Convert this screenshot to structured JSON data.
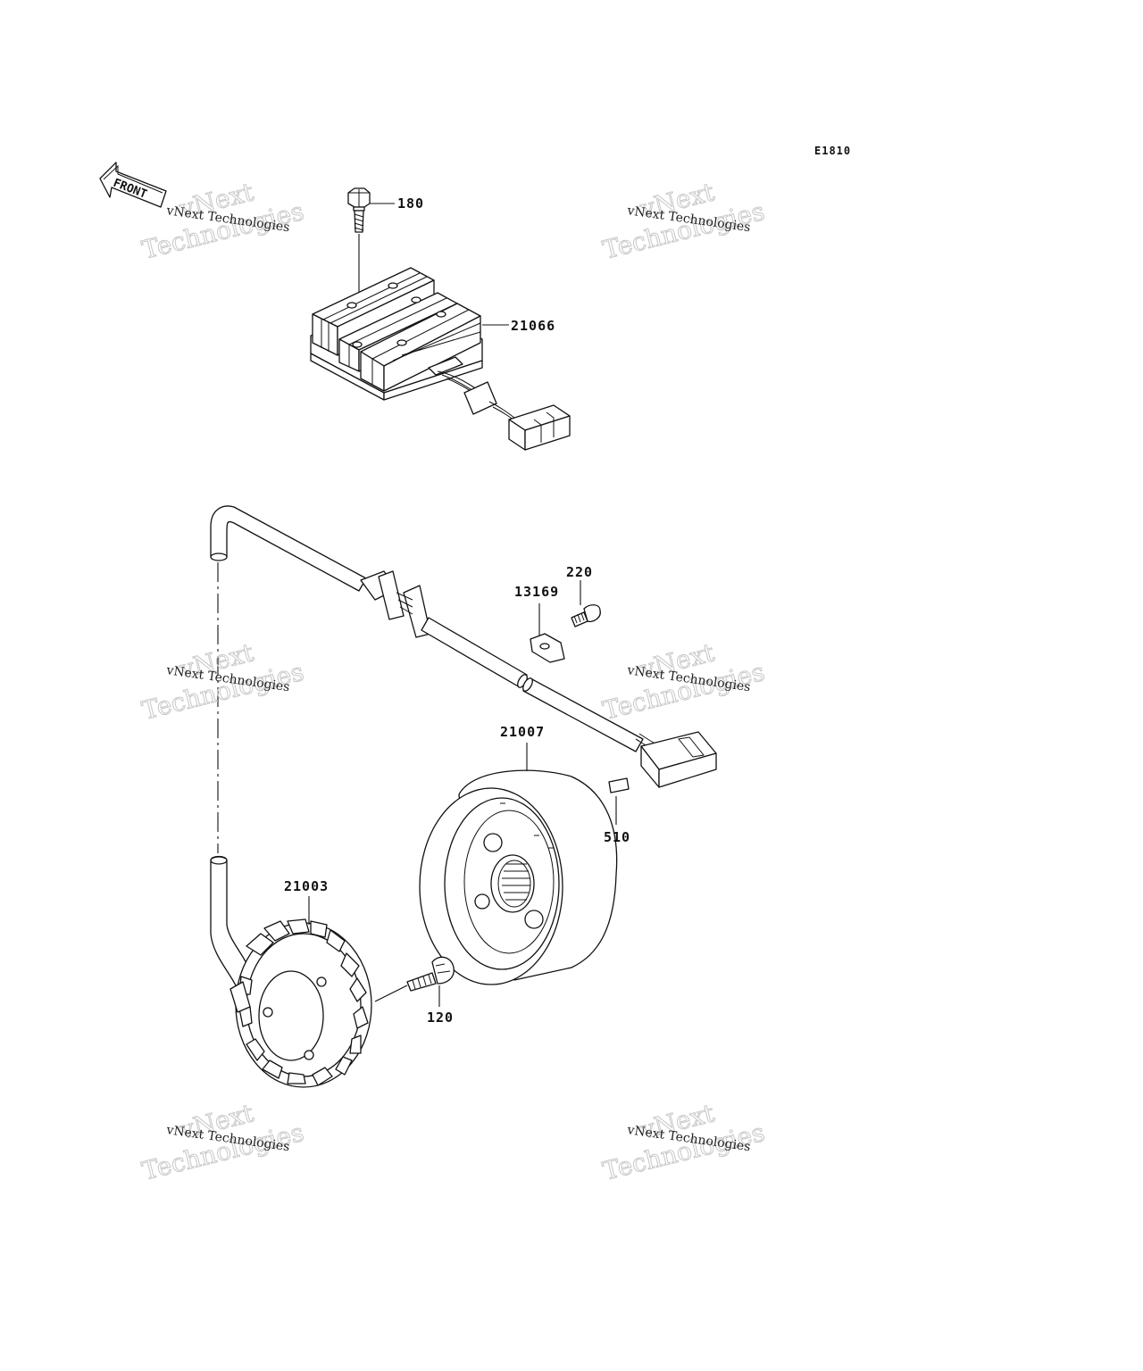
{
  "diagram_code": "E1810",
  "front_label": "FRONT",
  "watermark": {
    "line_small": "vNext Technologies",
    "line_big_1": "vNext",
    "line_big_2": "Technologies"
  },
  "callouts": {
    "bolt_180": "180",
    "regulator_21066": "21066",
    "plate_13169": "13169",
    "screw_220": "220",
    "rotor_21007": "21007",
    "key_510": "510",
    "stator_21003": "21003",
    "bolt_120": "120"
  }
}
